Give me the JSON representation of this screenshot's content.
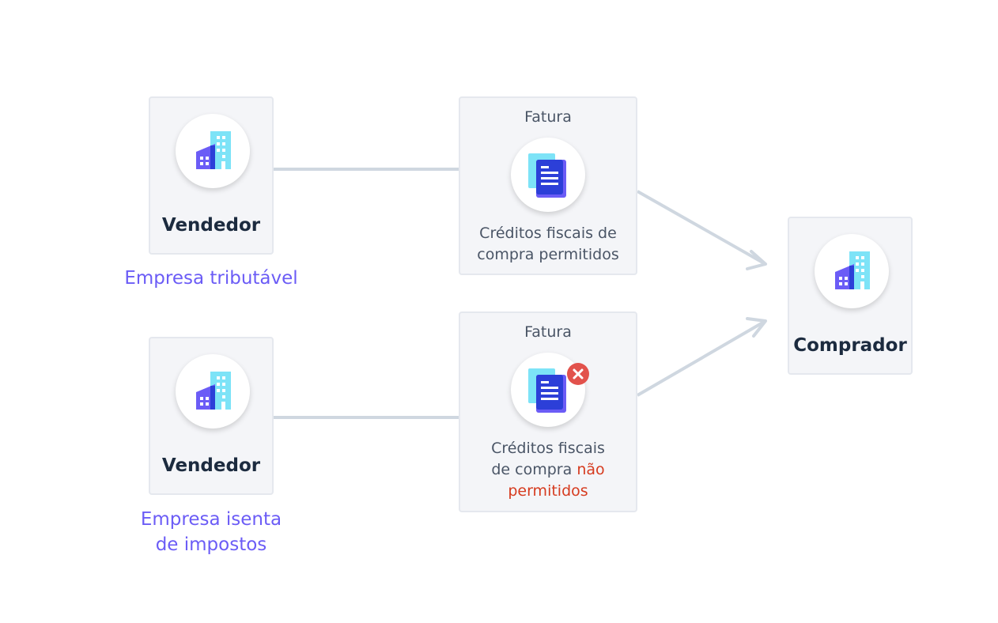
{
  "top": {
    "seller_name": "Vendedor",
    "seller_label": "Empresa tributável",
    "invoice_title": "Fatura",
    "invoice_desc_line1": "Créditos fiscais de",
    "invoice_desc_line2": "compra permitidos"
  },
  "bottom": {
    "seller_name": "Vendedor",
    "seller_label_line1": "Empresa isenta",
    "seller_label_line2": "de impostos",
    "invoice_title": "Fatura",
    "invoice_desc_line1": "Créditos fiscais",
    "invoice_desc_line2a": "de compra",
    "invoice_desc_line2b": "não",
    "invoice_desc_line3": "permitidos"
  },
  "buyer": {
    "name": "Comprador"
  },
  "icons": {
    "seller_top": "building-icon",
    "seller_bottom": "building-icon",
    "buyer": "building-icon",
    "invoice_top": "document-icon",
    "invoice_bottom": "document-icon",
    "invoice_bottom_badge": "close-icon"
  },
  "colors": {
    "label_purple": "#6b5cf6",
    "not_allowed_red": "#d63b1f",
    "badge_red": "#e2524c",
    "connector": "#cfd7e0"
  }
}
